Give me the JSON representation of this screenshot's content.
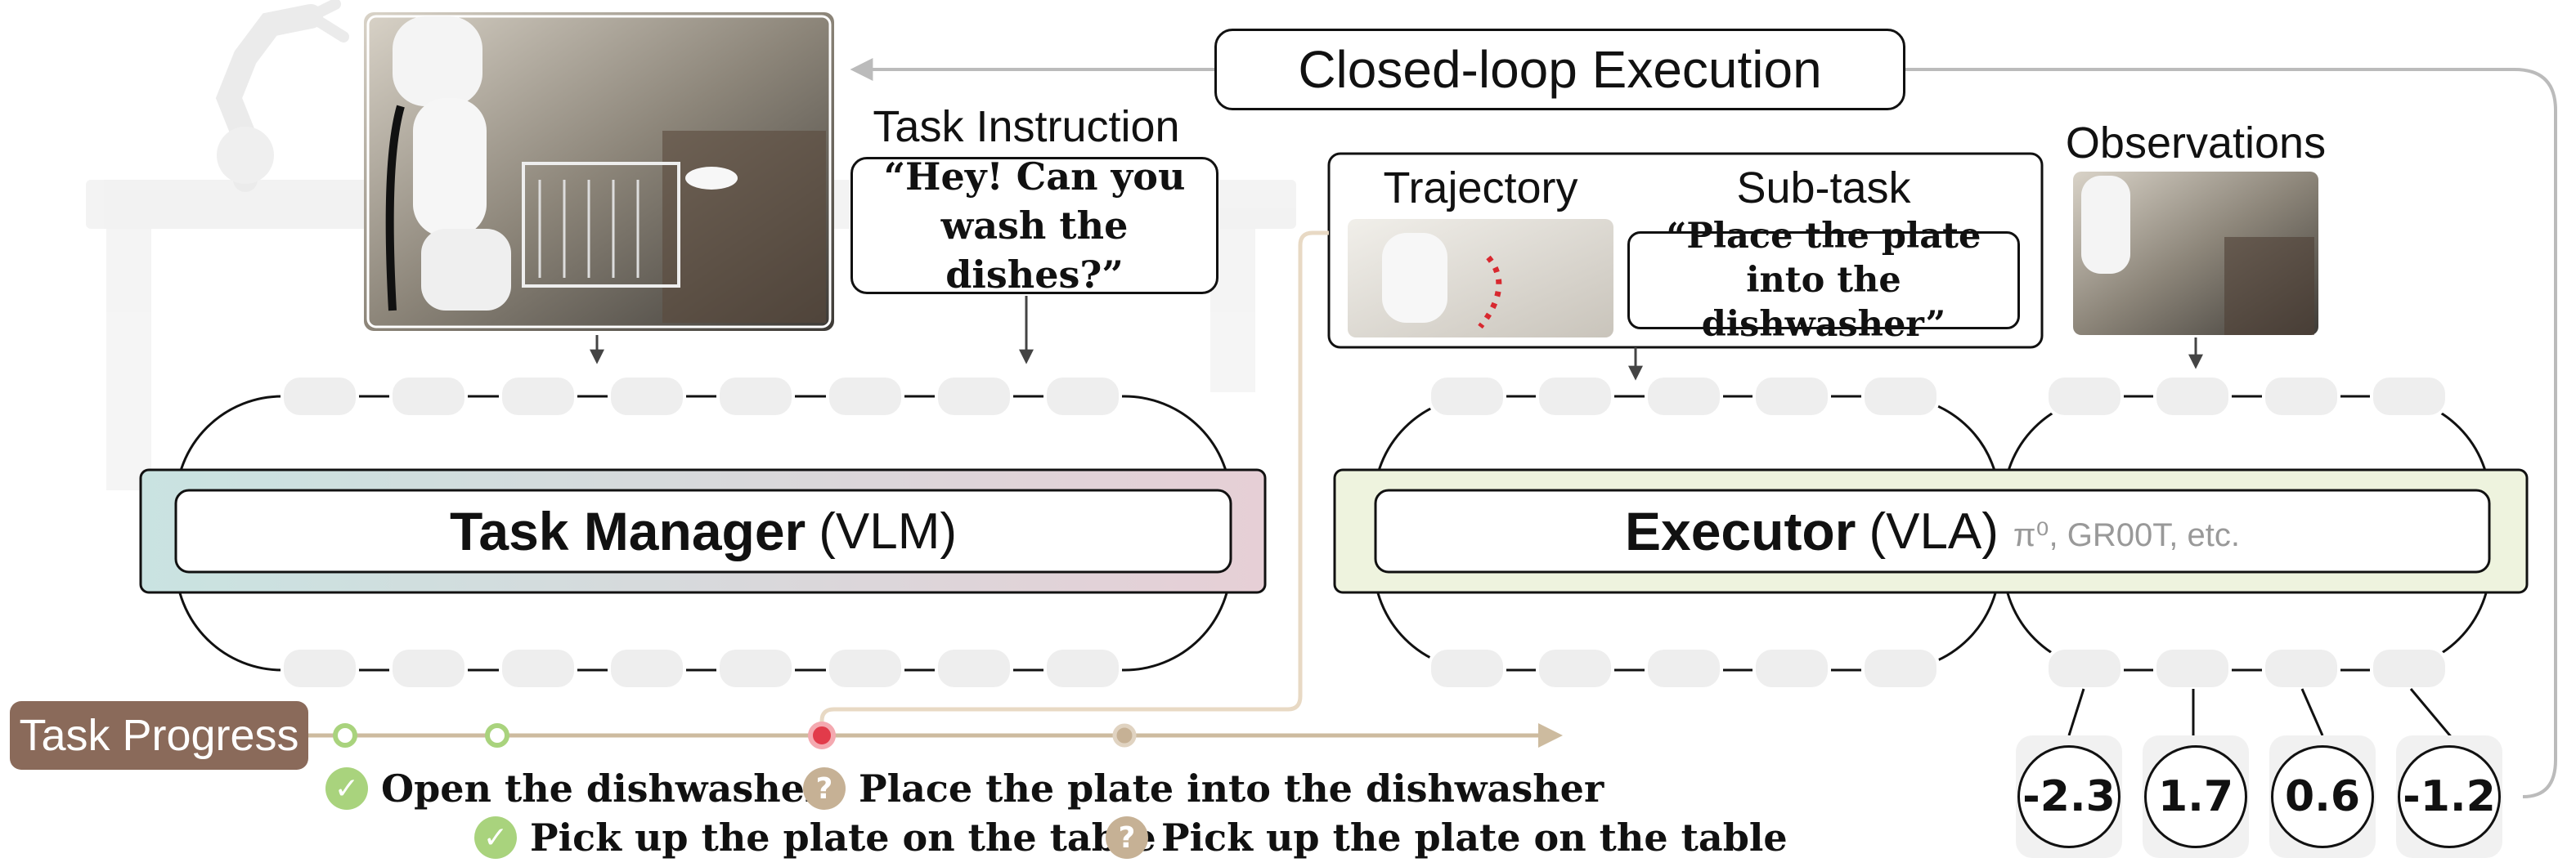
{
  "title": "Closed-loop Execution",
  "task_instruction": {
    "heading": "Task Instruction",
    "text": "“Hey! Can you wash the dishes?”"
  },
  "trajectory": {
    "heading": "Trajectory"
  },
  "subtask": {
    "heading": "Sub-task",
    "text": "“Place the plate into the dishwasher”"
  },
  "observations": {
    "heading": "Observations"
  },
  "task_manager": {
    "name": "Task Manager",
    "suffix": "(VLM)"
  },
  "executor": {
    "name": "Executor",
    "suffix": "(VLA)",
    "note": "π⁰, GR00T, etc."
  },
  "task_progress": {
    "label": "Task Progress",
    "items": [
      {
        "status": "done",
        "icon": "check-icon",
        "glyph": "✓",
        "text": "Open the dishwasher"
      },
      {
        "status": "done",
        "icon": "check-icon",
        "glyph": "✓",
        "text": "Pick up the plate on the table"
      },
      {
        "status": "pending",
        "icon": "question-icon",
        "glyph": "?",
        "text": "Place the plate into the dishwasher"
      },
      {
        "status": "pending",
        "icon": "question-icon",
        "glyph": "?",
        "text": "Pick up the plate on the table"
      }
    ]
  },
  "scores": [
    "-2.3",
    "1.7",
    "0.6",
    "-1.2"
  ],
  "colors": {
    "progress_line": "#cdbb9f",
    "progress_label_bg": "#8a6a5a",
    "done_green": "#a9d37d",
    "pending_tan": "#c6b195",
    "current_red": "#e23b4a",
    "task_manager_gradient": [
      "#c9e3e1",
      "#e6cfd6"
    ],
    "executor_fill": "#eef3de",
    "arrow_gray": "#bbbbbb"
  }
}
